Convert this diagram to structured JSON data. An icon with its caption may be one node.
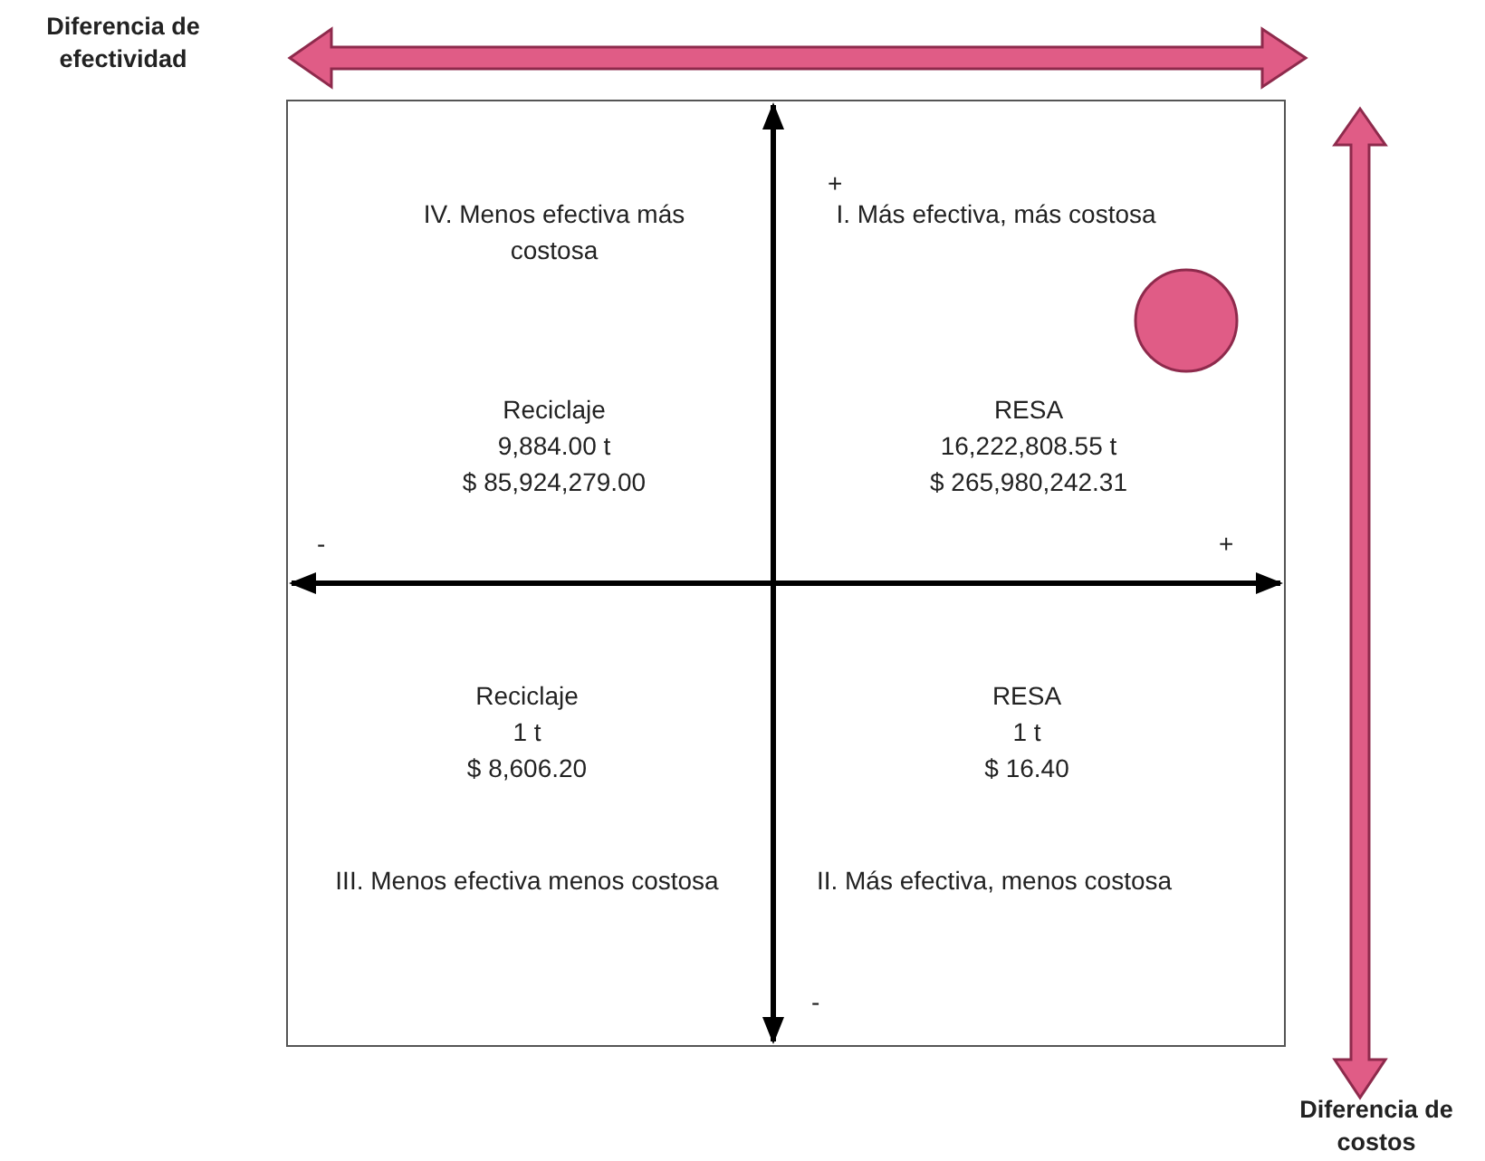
{
  "diagram": {
    "nodes": [
      {
        "text": [],
        "shape": "box"
      },
      {
        "text": [
          "IV. Menos efectiva más costosa",
          "Reciclaje",
          "9,884.00 t",
          "$ 85,924,279.00"
        ],
        "in": 0
      },
      {
        "text": [
          "I. Más efectiva, más costosa",
          "RESA",
          "16,222,808.55 t",
          "$ 265,980,242.31"
        ],
        "in": 0
      },
      {
        "text": [
          "Reciclaje",
          "1 t",
          "$ 8,606.20",
          "III. Menos efectiva menos costosa"
        ],
        "in": 0
      },
      {
        "text": [
          "RESA",
          "1 t",
          "$ 16.40",
          "II. Más efectiva, menos costosa"
        ],
        "in": 0
      }
    ],
    "edges": [],
    "labels": [
      "Diferencia de efectividad",
      "+",
      "-",
      "+",
      "-",
      "Diferencia de costos"
    ]
  }
}
